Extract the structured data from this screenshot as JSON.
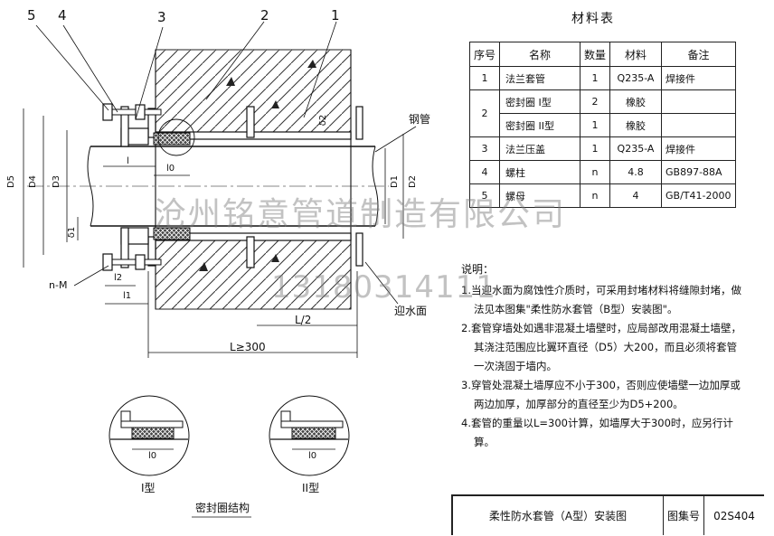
{
  "callouts": [
    "5",
    "4",
    "3",
    "2",
    "1"
  ],
  "drawing_labels": {
    "pipe": "钢管",
    "water_side": "迎水面",
    "l": "l",
    "l0": "l0",
    "l1": "l1",
    "l2": "l2",
    "half_l": "L/2",
    "total_l": "L≥300",
    "bolt": "n-M",
    "d5": "D5",
    "d4": "D4",
    "d3": "D3",
    "d1": "D1",
    "d2": "D2",
    "delta1": "δ1",
    "delta2": "δ2",
    "type1": "I型",
    "type2": "II型",
    "detail_l0_1": "l0",
    "detail_l0_2": "l0",
    "seal_structure": "密封圈结构"
  },
  "material_table": {
    "title": "材料表",
    "headers": [
      "序号",
      "名称",
      "数量",
      "材料",
      "备注"
    ],
    "rows": [
      {
        "no": "1",
        "name": "法兰套管",
        "qty": "1",
        "material": "Q235-A",
        "note": "焊接件"
      },
      {
        "no": "2",
        "name": "密封圈 I型",
        "qty": "2",
        "material": "橡胶",
        "note": ""
      },
      {
        "no": "",
        "name": "密封圈 II型",
        "qty": "1",
        "material": "橡胶",
        "note": ""
      },
      {
        "no": "3",
        "name": "法兰压盖",
        "qty": "1",
        "material": "Q235-A",
        "note": "焊接件"
      },
      {
        "no": "4",
        "name": "螺柱",
        "qty": "n",
        "material": "4.8",
        "note": "GB897-88A"
      },
      {
        "no": "5",
        "name": "螺母",
        "qty": "n",
        "material": "4",
        "note": "GB/T41-2000"
      }
    ]
  },
  "notes": {
    "heading": "说明：",
    "items": [
      "1.当迎水面为腐蚀性介质时，可采用封堵材料将缝隙封堵，做法见本图集\"柔性防水套管（B型）安装图\"。",
      "2.套管穿墙处如遇非混凝土墙壁时，应局部改用混凝土墙壁，其浇注范围应比翼环直径（D5）大200，而且必须将套管一次浇固于墙内。",
      "3.穿管处混凝土墙厚应不小于300，否则应使墙壁一边加厚或两边加厚，加厚部分的直径至少为D5+200。",
      "4.套管的重量以L=300计算，如墙厚大于300时，应另行计算。"
    ]
  },
  "title_block": {
    "title": "柔性防水套管（A型）安装图",
    "atlas_label": "图集号",
    "atlas_no": "02S404"
  },
  "watermark": {
    "company": "沧州铭意管道制造有限公司",
    "phone": "13180314111"
  }
}
